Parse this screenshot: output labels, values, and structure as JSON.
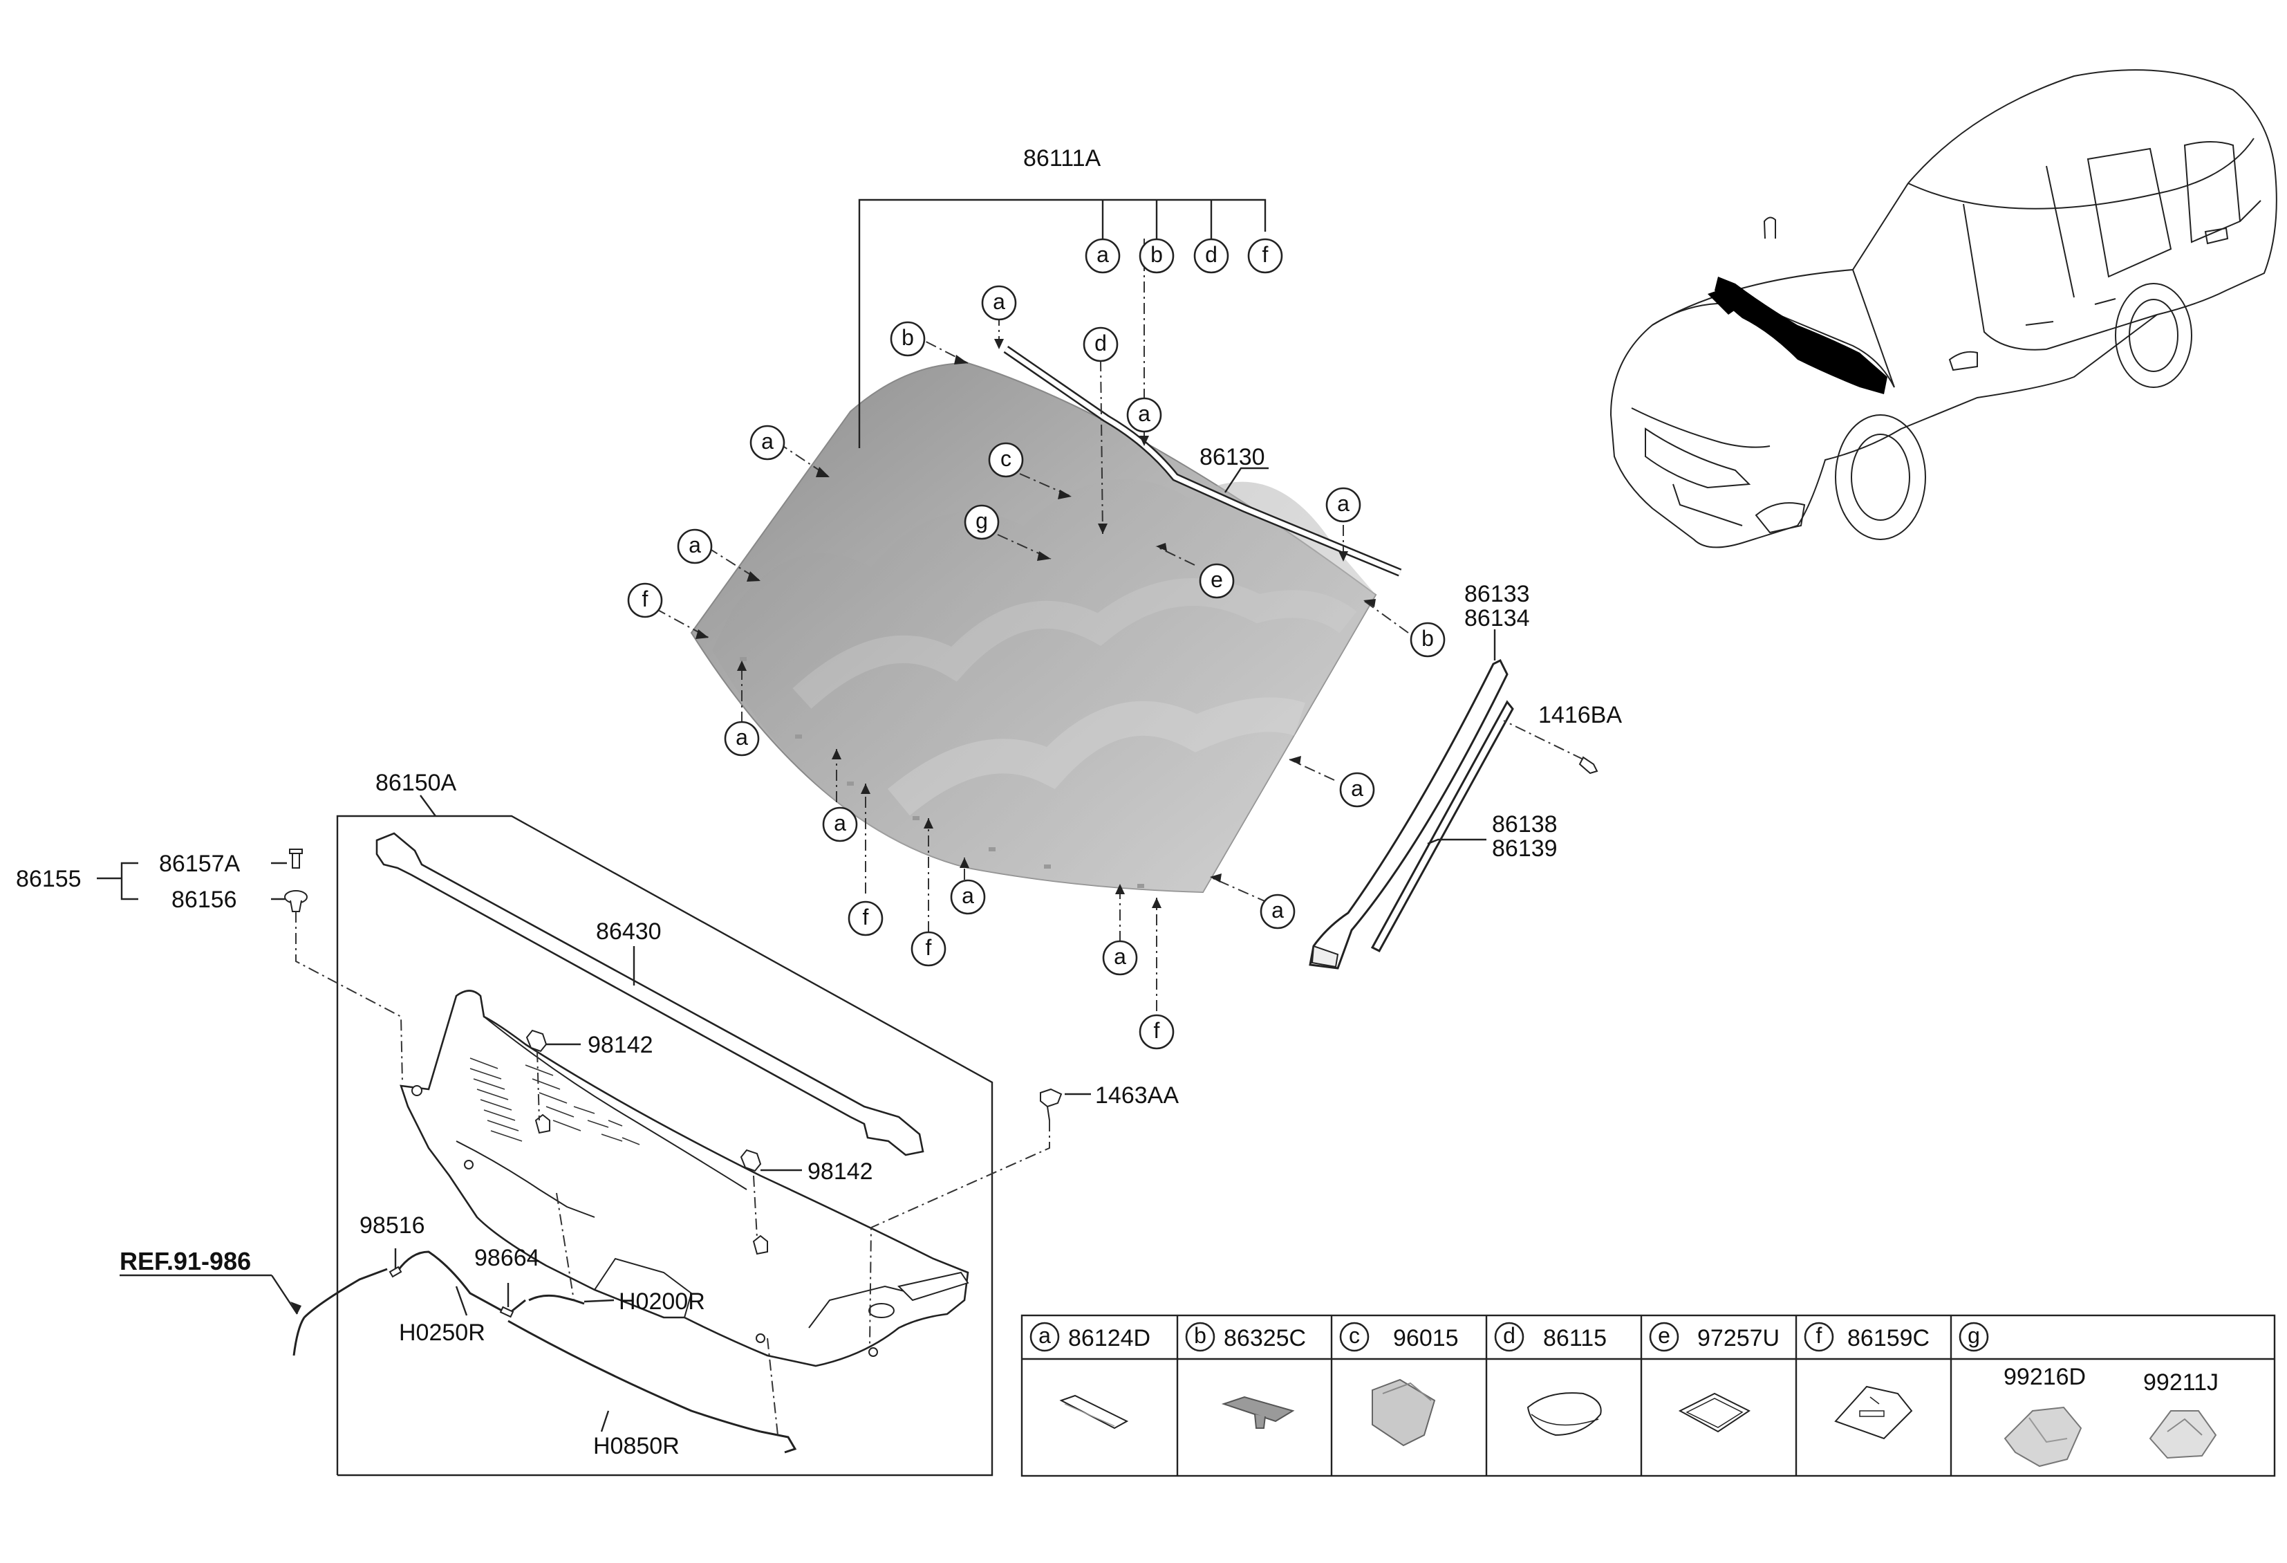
{
  "parts": {
    "windshield_assy": "86111A",
    "molding_top": "86130",
    "pillar_molding_upper": "86133",
    "pillar_molding_lower": "86134",
    "clip_1416": "1416BA",
    "pillar_garnish_a": "86138",
    "pillar_garnish_b": "86139",
    "cowl_assy": "86150A",
    "cowl_seal": "86430",
    "nozzle_a": "98142",
    "nozzle_b": "98142",
    "screw_1463": "1463AA",
    "cover_set": "86155",
    "bolt": "86157A",
    "grommet": "86156",
    "valve": "98516",
    "connector": "98664",
    "hose_h0200": "H0200R",
    "hose_h0250": "H0250R",
    "hose_h0850": "H0850R",
    "reference": "REF.91-986"
  },
  "callouts": {
    "a": "a",
    "b": "b",
    "c": "c",
    "d": "d",
    "e": "e",
    "f": "f",
    "g": "g"
  },
  "legend": [
    {
      "letter": "a",
      "part": "86124D"
    },
    {
      "letter": "b",
      "part": "86325C"
    },
    {
      "letter": "c",
      "part": "96015"
    },
    {
      "letter": "d",
      "part": "86115"
    },
    {
      "letter": "e",
      "part": "97257U"
    },
    {
      "letter": "f",
      "part": "86159C"
    },
    {
      "letter": "g",
      "part": "",
      "sub": [
        "99216D",
        "99211J"
      ]
    }
  ]
}
